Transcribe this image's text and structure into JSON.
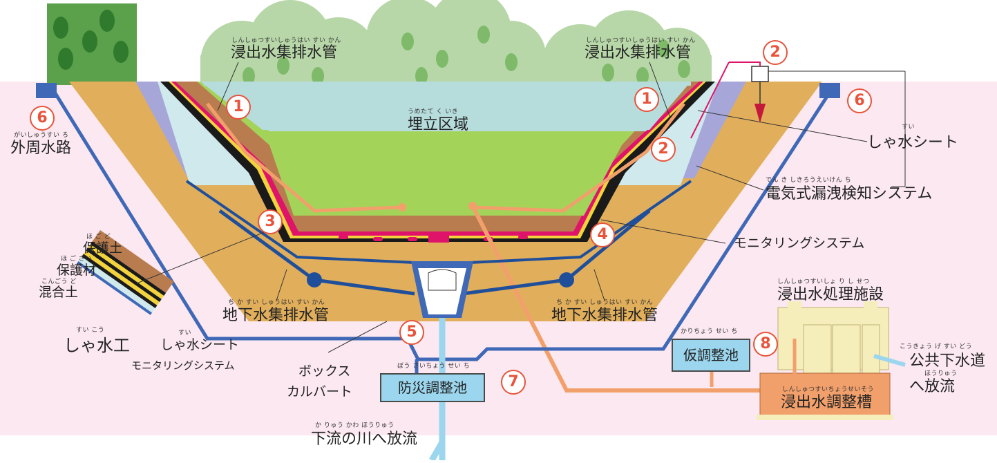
{
  "labels": {
    "leachate_pipe_left": "浸出水集排水管",
    "leachate_pipe_left_ruby": "しんしゅつすいしゅうはい すい かん",
    "leachate_pipe_right": "浸出水集排水管",
    "leachate_pipe_right_ruby": "しんしゅつすいしゅうはい すい かん",
    "landfill_area": "埋立区域",
    "landfill_area_ruby": "うめたて く いき",
    "outer_channel": "外周水路",
    "outer_channel_ruby": "がいしゅうすい ろ",
    "water_sheet": "しゃ水シート",
    "water_sheet_ruby": "すい",
    "leak_detection": "電気式漏洩検知システム",
    "leak_detection_ruby": "でん き しきろうえいけん ち",
    "monitoring_system": "モニタリングシステム",
    "protect_soil": "保護土",
    "protect_soil_ruby": "ほ ご ど",
    "protect_material": "保護材",
    "protect_material_ruby": "ほ ご ざい",
    "mixed_soil": "混合土",
    "mixed_soil_ruby": "こんごう ど",
    "barrier_work": "しゃ水工",
    "barrier_work_ruby": "すい こう",
    "detail_sheet": "しゃ水シート",
    "detail_sheet_ruby": "すい",
    "detail_monitoring": "モニタリングシステム",
    "groundwater_pipe_left": "地下水集排水管",
    "groundwater_pipe_left_ruby": "ち か すい しゅうはい すい かん",
    "groundwater_pipe_right": "地下水集排水管",
    "groundwater_pipe_right_ruby": "ち か すい しゅうはい すい かん",
    "box_culvert_1": "ボックス",
    "box_culvert_2": "カルバート",
    "disaster_pond": "防災調整池",
    "disaster_pond_ruby": "ぼう さいちょう せい ち",
    "downstream": "下流の川へ放流",
    "downstream_ruby": "か りゅう かわ ほうりゅう",
    "temp_pond": "仮調整池",
    "temp_pond_ruby": "かりちょう せい ち",
    "treatment_facility": "浸出水処理施設",
    "treatment_facility_ruby": "しんしゅつすいしょ り し せつ",
    "adjust_tank": "浸出水調整槽",
    "adjust_tank_ruby": "しんしゅつすいちょうせいそう",
    "sewer": "公共下水道",
    "sewer_ruby": "こうきょう げ すい どう",
    "discharge": "へ放流",
    "discharge_ruby": "ほうりゅう"
  },
  "numbers": {
    "n1": "1",
    "n2": "2",
    "n3": "3",
    "n4": "4",
    "n5": "5",
    "n6": "6",
    "n7": "7",
    "n8": "8"
  },
  "colors": {
    "background_pink": "#fbe8f0",
    "trees_green": "#b7d7a8",
    "hill_dark_green": "#5ba04a",
    "landfill_water": "#b7dcdc",
    "protect_soil": "#b87c4f",
    "green_layer": "#a4d35a",
    "earth": "#e1ae5b",
    "periwinkle": "#a6a6d9",
    "blue_pipe": "#3f68b6",
    "leachate_orange": "#f2a06b",
    "water_blue": "#9bd6ee",
    "accent_magenta": "#e0136a",
    "number_red": "#e8533a"
  }
}
